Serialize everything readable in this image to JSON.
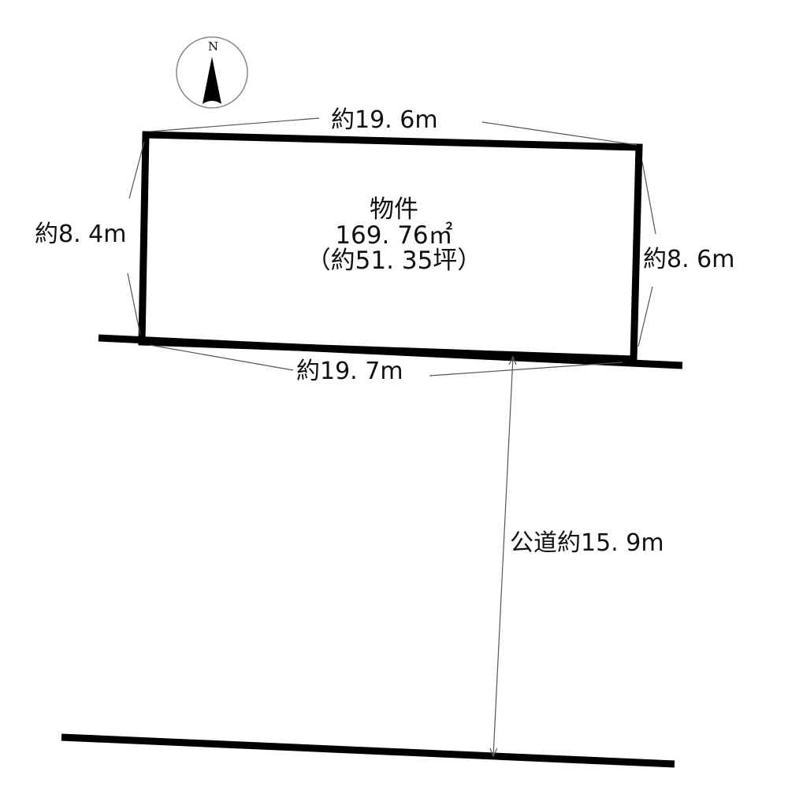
{
  "compass": {
    "label": "N",
    "icon": "north-arrow-icon"
  },
  "lot": {
    "title": "物件",
    "area_sqm": "169. 76㎡",
    "area_tsubo": "（約51. 35坪）"
  },
  "dimensions": {
    "north_side": "約19. 6m",
    "south_side": "約19. 7m",
    "west_side": "約8. 4m",
    "east_side": "約8. 6m",
    "road_width": "公道約15. 9m"
  },
  "colors": {
    "line": "#000000",
    "background": "#ffffff",
    "thin_line": "#555555"
  }
}
